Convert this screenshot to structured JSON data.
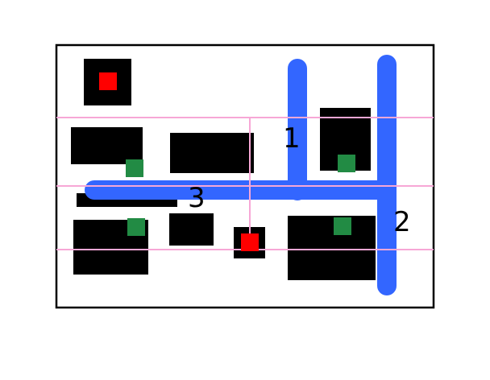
{
  "colors": {
    "frame": "#000000",
    "background": "#ffffff",
    "route": "#3366ff",
    "gridline": "#f7a7d6",
    "block": "#000000",
    "marker_red": "#ff0000",
    "marker_green": "#228b44"
  },
  "legend": {
    "route_1": "1",
    "route_2": "2",
    "route_3": "3"
  },
  "markers": {
    "red_count": 2,
    "green_count": 4
  }
}
